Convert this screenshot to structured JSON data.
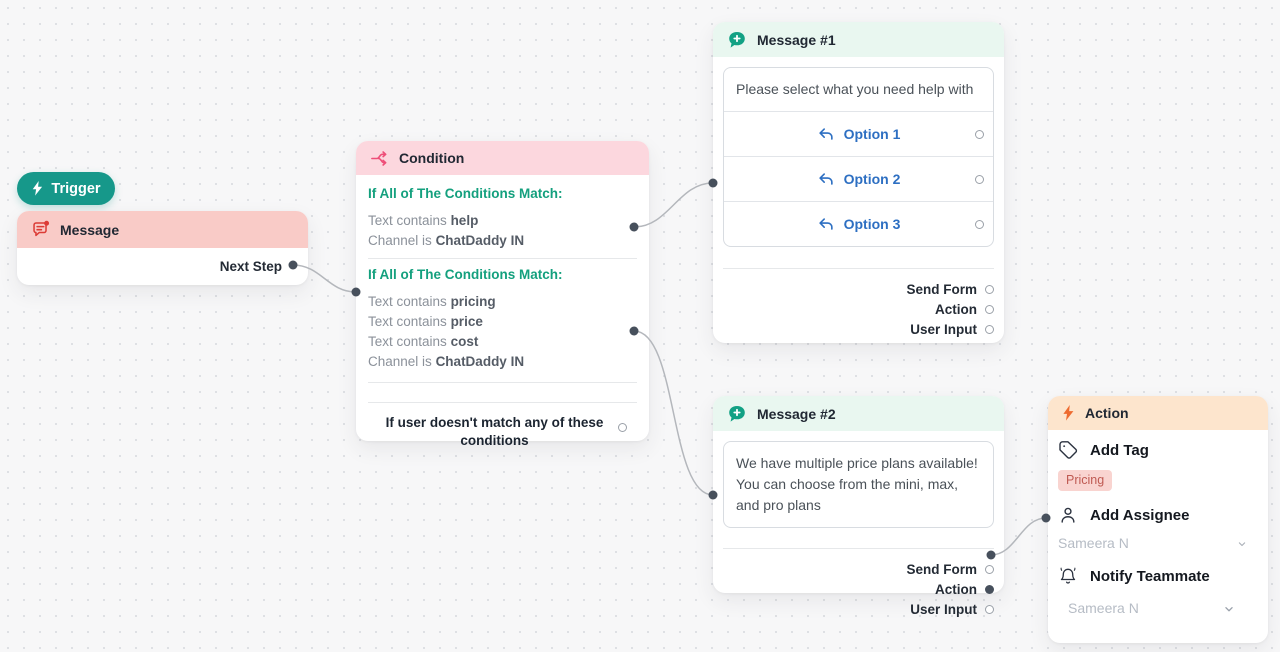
{
  "trigger": {
    "label": "Trigger"
  },
  "message_node": {
    "title": "Message",
    "next_step_label": "Next Step"
  },
  "condition": {
    "title": "Condition",
    "branches": [
      {
        "header": "If All of The Conditions Match:",
        "rules": [
          {
            "prefix": "Text contains",
            "value": "help"
          },
          {
            "prefix": "Channel is",
            "value": "ChatDaddy IN"
          }
        ]
      },
      {
        "header": "If All of The Conditions Match:",
        "rules": [
          {
            "prefix": "Text contains",
            "value": "pricing"
          },
          {
            "prefix": "Text contains",
            "value": "price"
          },
          {
            "prefix": "Text contains",
            "value": "cost"
          },
          {
            "prefix": "Channel is",
            "value": "ChatDaddy IN"
          }
        ]
      }
    ],
    "fallback_label": "If user doesn't match any of these conditions"
  },
  "message1": {
    "title": "Message #1",
    "body": "Please select what you need help with",
    "options": [
      "Option 1",
      "Option 2",
      "Option 3"
    ],
    "footers": [
      "Send Form",
      "Action",
      "User Input"
    ]
  },
  "message2": {
    "title": "Message #2",
    "body": "We have multiple price plans available! You can choose from the mini, max, and pro plans",
    "footers": [
      "Send Form",
      "Action",
      "User Input"
    ]
  },
  "action": {
    "title": "Action",
    "add_tag_label": "Add Tag",
    "tag_chip": "Pricing",
    "add_assignee_label": "Add Assignee",
    "assignee_value": "Sameera N",
    "notify_label": "Notify Teammate",
    "notify_value": "Sameera N"
  },
  "colors": {
    "trigger_teal": "#16988a",
    "message_header_pink": "#f9cbc7",
    "condition_header_pink": "#fcd7de",
    "message_header_mint": "#e9f7f0",
    "action_header_peach": "#fde5cd",
    "condition_match_teal": "#14a07e",
    "option_blue": "#2d6fc2",
    "chip_red": "#bf5a52",
    "edge_gray": "#b4b7bc",
    "dot_slate": "#47505c"
  }
}
